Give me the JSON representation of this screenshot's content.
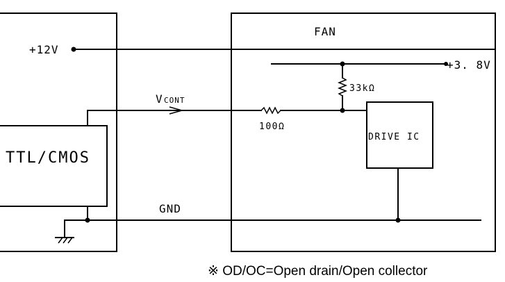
{
  "labels": {
    "fan": "FAN",
    "supply_12v": "+12V",
    "supply_3_8v": "+3. 8V",
    "vcont_main": "V",
    "vcont_sub": "CONT",
    "resistor_33k": "33kΩ",
    "resistor_100": "100Ω",
    "drive_ic": "DRIVE IC",
    "ttl_cmos": "TTL/CMOS",
    "gnd": "GND"
  },
  "footnote": "※ OD/OC=Open drain/Open collector",
  "icons": {
    "ground": "ground-symbol-icon",
    "arrow": "signal-direction-arrow-icon",
    "resistor": "resistor-zigzag-icon"
  },
  "colors": {
    "line": "#000000",
    "background": "#ffffff"
  }
}
